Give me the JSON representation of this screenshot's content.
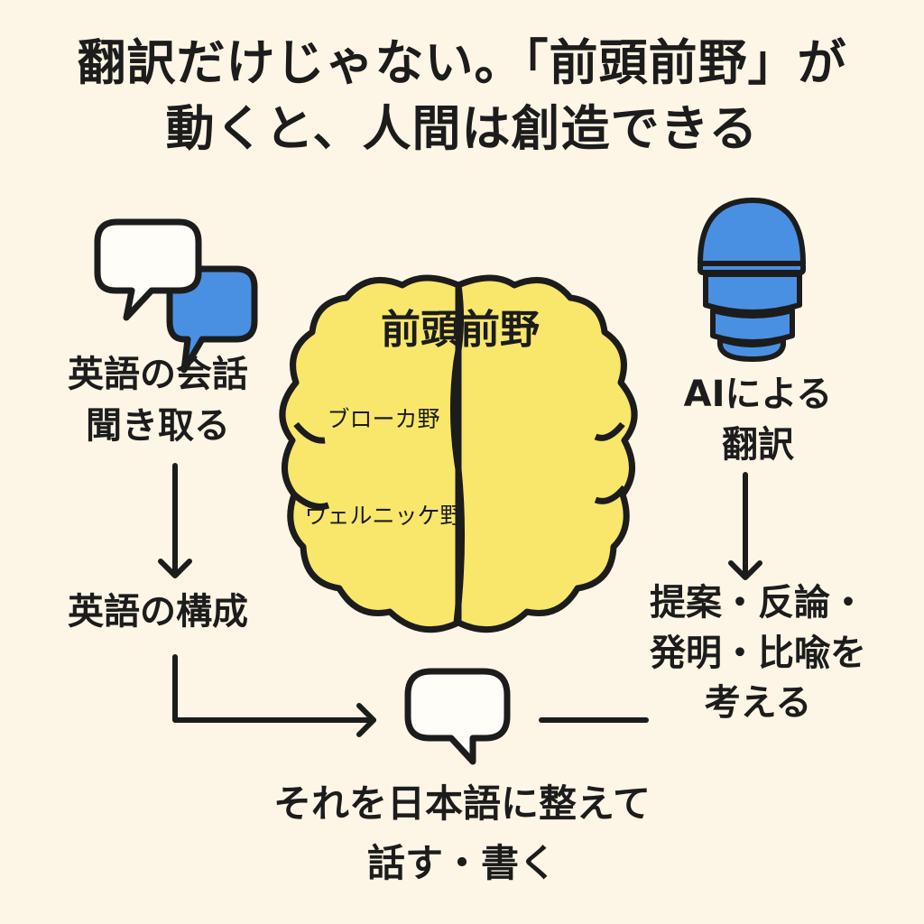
{
  "title": {
    "line1": "翻訳だけじゃない。「前頭前野」が",
    "line2": "動くと、人間は創造できる"
  },
  "brain": {
    "region_label": "前頭前野",
    "broca_label": "ブローカ野",
    "wernicke_label": "ウェルニッケ野",
    "fill_color": "#f8e76b"
  },
  "left_flow": {
    "icon": "speech-bubbles-icon",
    "listen_line1": "英語の会話",
    "listen_line2": "聞き取る",
    "construct": "英語の構成"
  },
  "right_flow": {
    "icon": "ai-robot-icon",
    "ai_line1": "AIによる",
    "ai_line2": "翻訳",
    "propose_line1": "提案・反論・",
    "propose_line2": "発明・比喩を",
    "propose_line3": "考える"
  },
  "bottom": {
    "icon": "speech-bubble-icon",
    "output_line1": "それを日本語に整えて",
    "output_line2": "話す・書く"
  },
  "colors": {
    "background": "#fdf6e6",
    "accent_blue": "#4a90e2",
    "brain_yellow": "#f8e76b",
    "ink": "#1c1c1c"
  }
}
